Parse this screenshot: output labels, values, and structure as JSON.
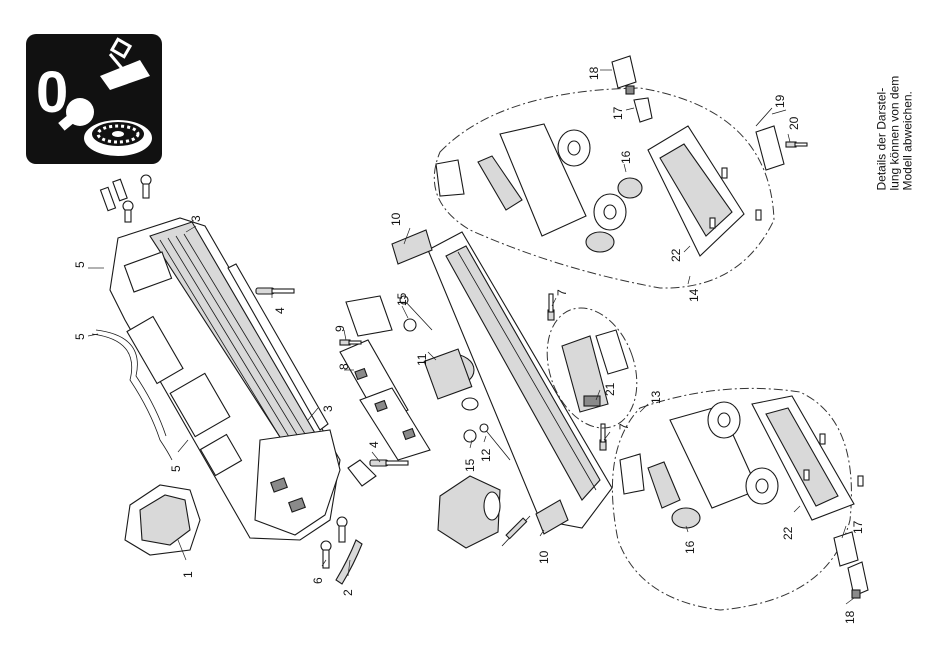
{
  "note": "Details der Darstel-\nlung können von dem\nModell abweichen.",
  "icon_badge": "0",
  "part_labels": [
    "1",
    "2",
    "3",
    "3",
    "4",
    "4",
    "5",
    "5",
    "5",
    "6",
    "7",
    "7",
    "8",
    "9",
    "10",
    "10",
    "11",
    "12",
    "13",
    "14",
    "15",
    "15",
    "16",
    "16",
    "17",
    "17",
    "18",
    "18",
    "19",
    "20",
    "21",
    "22",
    "22"
  ],
  "icons": [
    "zero-maintenance-icon",
    "lightbulb-icon",
    "oil-can-icon",
    "wheel-icon"
  ]
}
